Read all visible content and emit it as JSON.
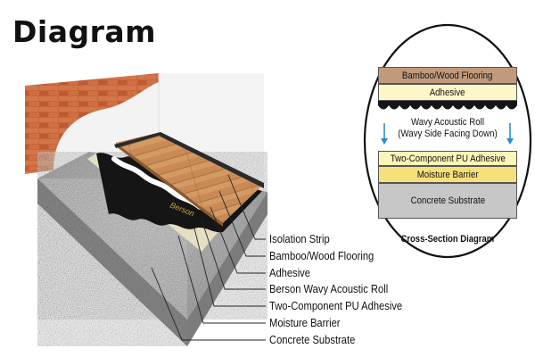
{
  "title": "Diagram",
  "colors": {
    "brick": "#c7643a",
    "wood": "#c98a55",
    "concrete": "#b9b9b9",
    "acoustic_roll": "#151515",
    "moisture_barrier": "#e5dfc2",
    "arrow_blue": "#2a8bd5"
  },
  "roll_brand": "Berson",
  "labels": [
    "Isolation Strip",
    "Bamboo/Wood Flooring",
    "Adhesive",
    "Berson Wavy Acoustic Roll",
    "Two-Component PU Adhesive",
    "Moisture Barrier",
    "Concrete Substrate"
  ],
  "cross_section": {
    "caption": "Cross-Section Diagram",
    "layers_top": [
      {
        "text": "Bamboo/Wood Flooring",
        "color": "#c19a7c"
      },
      {
        "text": "Adhesive",
        "color": "#fdf7c8"
      }
    ],
    "wavy_line1": "Wavy Acoustic Roll",
    "wavy_line2": "(Wavy Side Facing Down)",
    "layers_bottom": [
      {
        "text": "Two-Component PU Adhesive",
        "color": "#fbf6b8"
      },
      {
        "text": "Moisture Barrier",
        "color": "#f6e07a"
      },
      {
        "text": "Concrete Substrate",
        "color": "#c7c7c7"
      }
    ]
  }
}
